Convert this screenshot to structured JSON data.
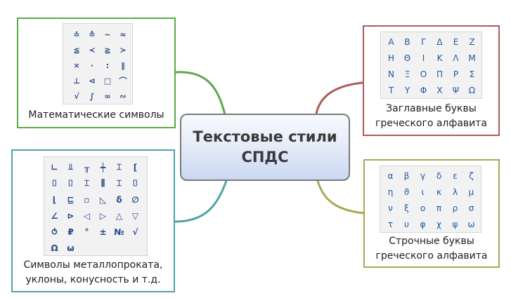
{
  "central": {
    "line1": "Текстовые стили",
    "line2": "СПДС"
  },
  "nodes": {
    "math": {
      "label": "Математические символы",
      "color": "#5aab4a",
      "symbols": [
        [
          "≐",
          "≙",
          "∼",
          "≈"
        ],
        [
          "≦",
          "≺",
          "≧",
          "≻"
        ],
        [
          "×",
          "·",
          ":",
          "‖"
        ],
        [
          "⊥",
          "⊲",
          "□",
          "⌒"
        ],
        [
          "√",
          "∫",
          "∞",
          "∾"
        ]
      ]
    },
    "greek_upper": {
      "label_line1": "Заглавные буквы",
      "label_line2": "греческого алфавита",
      "color": "#b25a5a",
      "symbols": [
        [
          "Α",
          "Β",
          "Γ",
          "Δ",
          "Ε",
          "Ζ"
        ],
        [
          "Η",
          "Θ",
          "Ι",
          "Κ",
          "Λ",
          "Μ"
        ],
        [
          "Ν",
          "Ξ",
          "Ο",
          "Π",
          "Ρ",
          "Σ"
        ],
        [
          "Τ",
          "Υ",
          "Φ",
          "Χ",
          "Ψ",
          "Ω"
        ]
      ]
    },
    "metal": {
      "label_line1": "Символы металлопроката,",
      "label_line2": "уклоны, конусность и т.д.",
      "color": "#4fa3a8",
      "symbols": [
        [
          "∟",
          "⫫",
          "╥",
          "┿",
          "⌶",
          "["
        ],
        [
          "⌷",
          "⌷",
          "⌶",
          "⫼",
          "⌶",
          "⌷"
        ],
        [
          "⌊",
          "⊑",
          "▫",
          "◺",
          "δ",
          "∅"
        ],
        [
          "∠",
          "⊳",
          "◁",
          "▷",
          "△",
          "▽"
        ],
        [
          "⥀",
          "₽",
          "°",
          "±",
          "№",
          "√"
        ],
        [
          "Ω",
          "ω",
          "",
          "",
          "",
          ""
        ]
      ]
    },
    "greek_lower": {
      "label_line1": "Строчные буквы",
      "label_line2": "греческого алфавита",
      "color": "#a8aa52",
      "symbols": [
        [
          "α",
          "β",
          "γ",
          "δ",
          "ε",
          "ζ"
        ],
        [
          "η",
          "ϑ",
          "ι",
          "κ",
          "λ",
          "μ"
        ],
        [
          "ν",
          "ξ",
          "ο",
          "π",
          "ρ",
          "σ"
        ],
        [
          "τ",
          "υ",
          "φ",
          "χ",
          "ψ",
          "ω"
        ]
      ]
    }
  }
}
